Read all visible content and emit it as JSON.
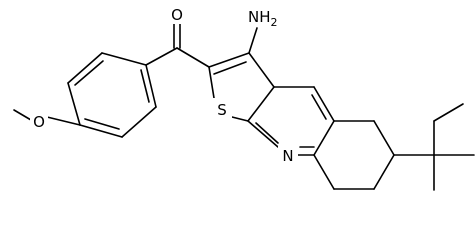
{
  "atom_labels": {
    "amine": "NH2",
    "amine_subscript": "2",
    "ketone_oxygen": "O",
    "thiophene_sulfur": "S",
    "pyridine_nitrogen": "N",
    "methoxy_oxygen": "O"
  },
  "colors": {
    "bond": "#000000",
    "label": "#000000",
    "background": "#ffffff"
  }
}
